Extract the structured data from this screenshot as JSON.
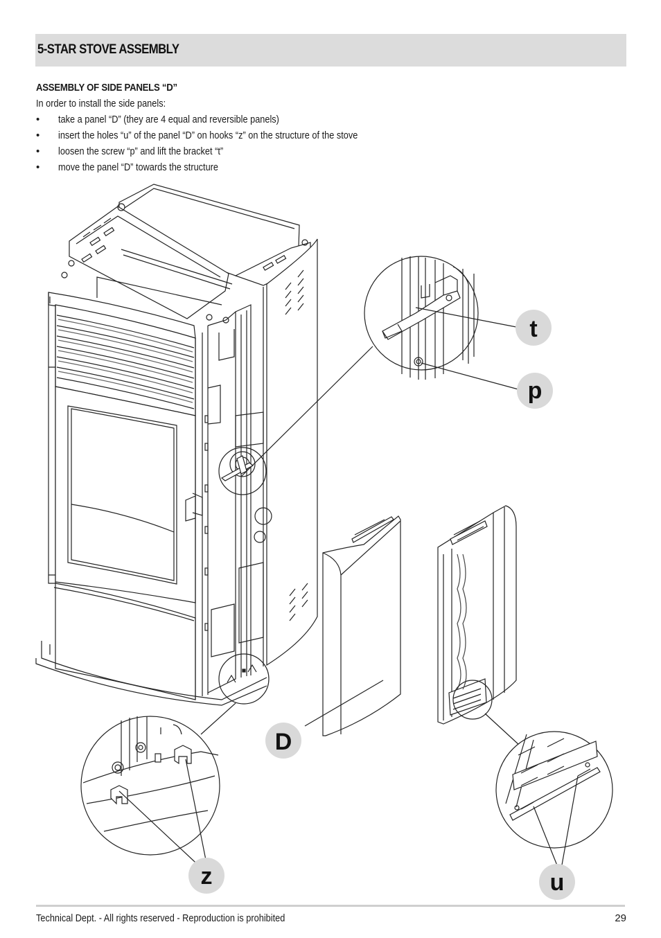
{
  "header": {
    "title": "5-STAR STOVE ASSEMBLY"
  },
  "section": {
    "title": "ASSEMBLY OF SIDE PANELS “D”",
    "intro": "In order to install the side panels:",
    "bullet_glyph": "•",
    "steps": [
      "take a panel “D” (they are 4 equal and reversible panels)",
      "insert the holes “u” of the panel “D” on hooks “z” on the structure of the stove",
      "loosen the screw “p” and lift the bracket “t”",
      "move the panel “D” towards the structure"
    ]
  },
  "figure": {
    "labels": {
      "t": "t",
      "p": "p",
      "D": "D",
      "z": "z",
      "u": "u"
    }
  },
  "footer": {
    "text": "Technical Dept. - All rights reserved - Reproduction is prohibited",
    "page_number": "29"
  }
}
